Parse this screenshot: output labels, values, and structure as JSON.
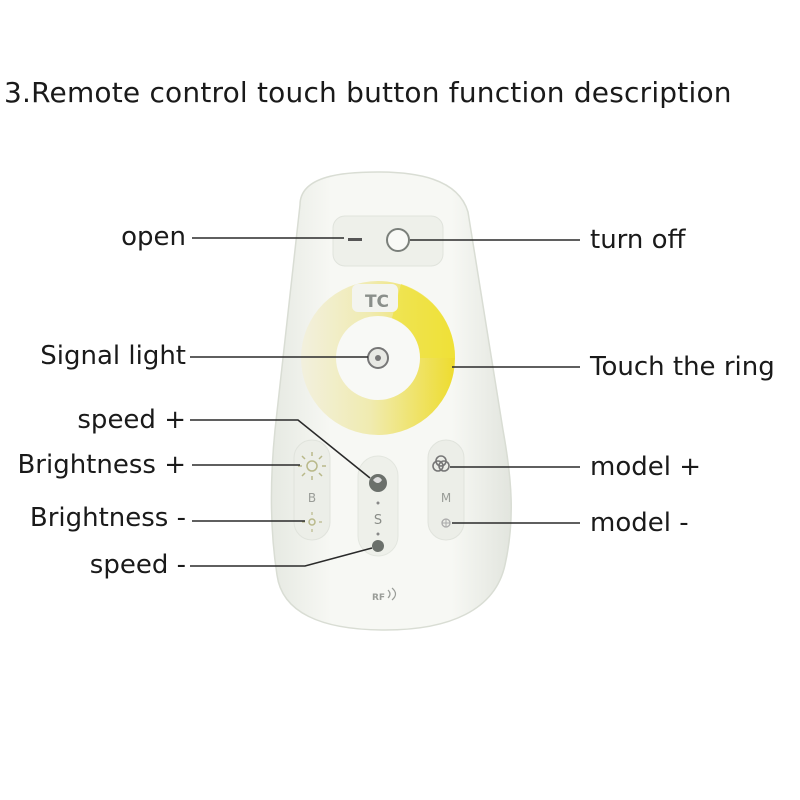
{
  "title": "3.Remote control touch button function description",
  "labels": {
    "open": "open",
    "turn_off": "turn off",
    "signal_light": "Signal light",
    "touch_ring": "Touch the ring",
    "speed_plus": "speed +",
    "brightness_plus": "Brightness +",
    "model_plus": "model +",
    "brightness_minus": "Brightness -",
    "model_minus": "model -",
    "speed_minus": "speed -"
  },
  "device": {
    "logo": "TC",
    "brightness_letter": "B",
    "speed_letter": "S",
    "model_letter": "M",
    "rf_mark": "RF"
  },
  "colors": {
    "ring_warm": "#efe23a",
    "ring_cool": "#f1efd9",
    "body": "#f4f6f1",
    "leader": "#2a2a2a"
  }
}
